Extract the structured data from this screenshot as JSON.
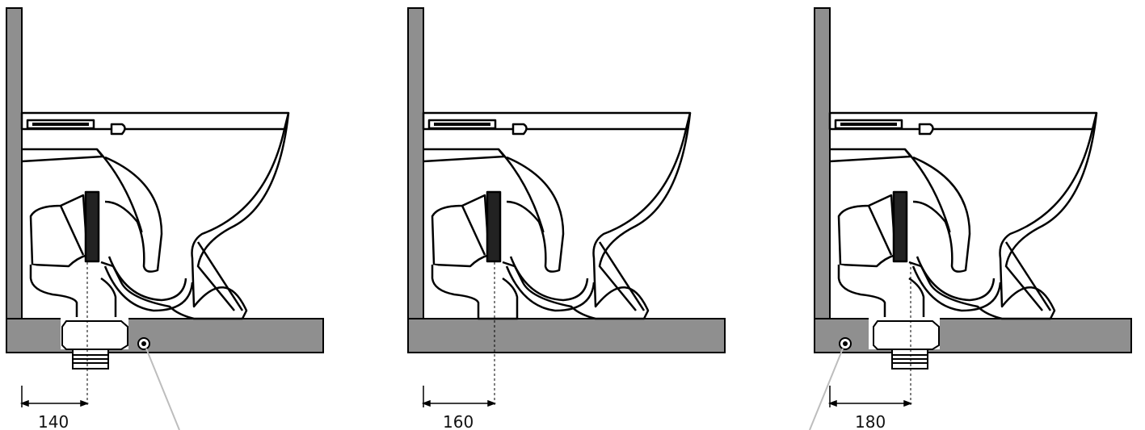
{
  "colors": {
    "wall_fill": "#8f8f8f",
    "floor_fill": "#8f8f8f",
    "outline": "#000000",
    "background": "#ffffff",
    "leader_line": "#bdbdbd"
  },
  "panels": [
    {
      "id": "panel-140",
      "offset_label": "140",
      "show_outlet_fitting": true,
      "floor_port_side": "right"
    },
    {
      "id": "panel-160",
      "offset_label": "160",
      "show_outlet_fitting": false,
      "floor_port_side": "none"
    },
    {
      "id": "panel-180",
      "offset_label": "180",
      "show_outlet_fitting": true,
      "floor_port_side": "left"
    }
  ]
}
